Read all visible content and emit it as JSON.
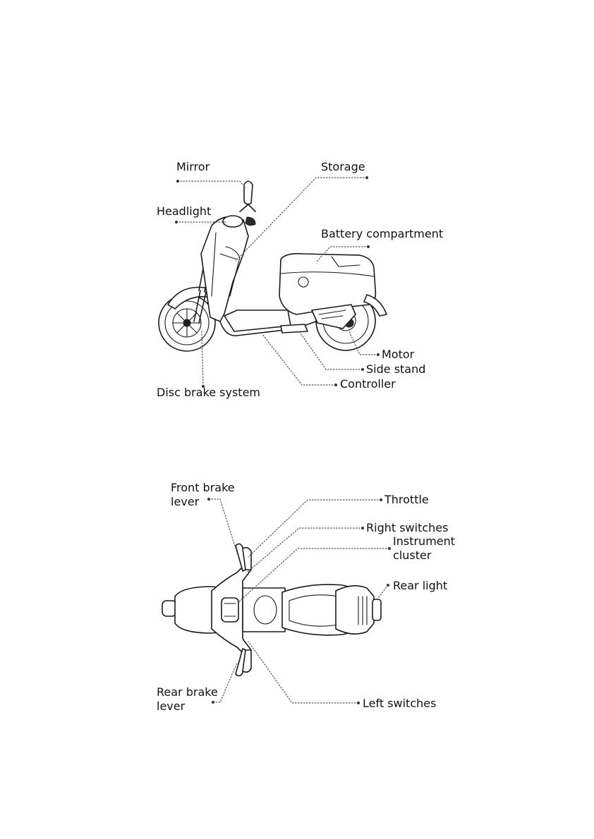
{
  "side_view": {
    "labels": {
      "mirror": "Mirror",
      "storage": "Storage",
      "headlight": "Headlight",
      "battery_compartment": "Battery compartment",
      "motor": "Motor",
      "side_stand": "Side stand",
      "controller": "Controller",
      "disc_brake_system": "Disc brake system"
    }
  },
  "top_view": {
    "labels": {
      "front_brake_lever": [
        "Front brake",
        "lever"
      ],
      "throttle": "Throttle",
      "right_switches": "Right switches",
      "instrument_cluster": [
        "Instrument",
        "cluster"
      ],
      "rear_light": "Rear light",
      "rear_brake_lever": [
        "Rear brake",
        "lever"
      ],
      "left_switches": "Left switches"
    }
  },
  "colors": {
    "ink": "#1a1a1a",
    "leader": "#555555",
    "background": "#ffffff"
  }
}
